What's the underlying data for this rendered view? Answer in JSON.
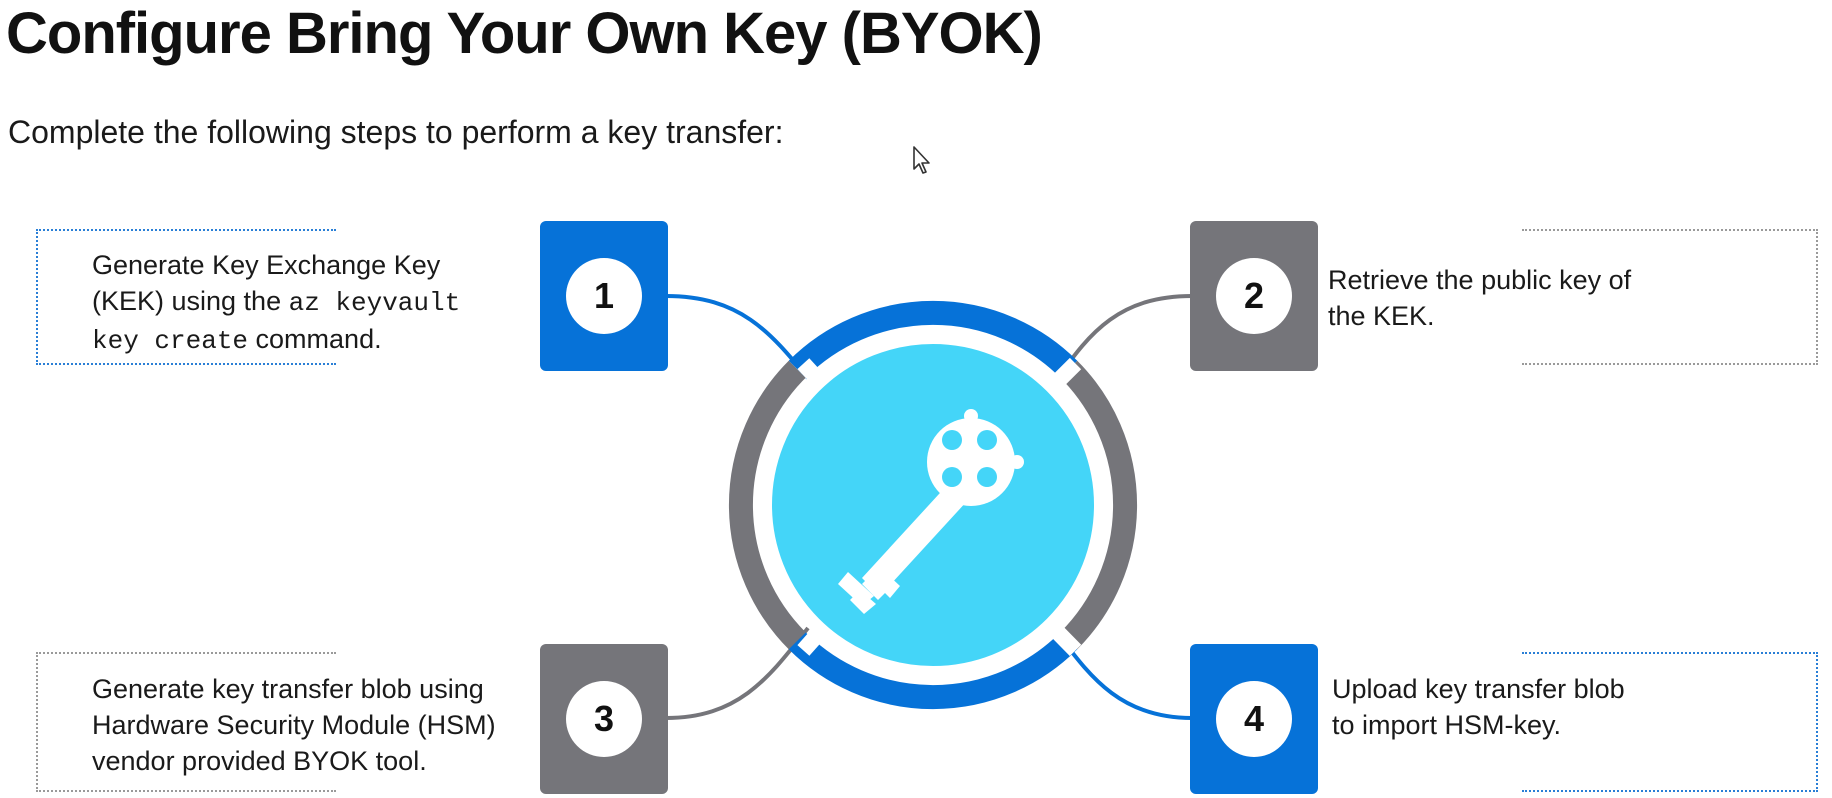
{
  "title": "Configure Bring Your Own Key (BYOK)",
  "subtitle": "Complete the following steps to perform a key transfer:",
  "colors": {
    "blue": "#0672d8",
    "gray": "#75757a",
    "center": "#44d5f8",
    "dot_blue": "#2a7fd6",
    "dot_gray": "#9a9a9a"
  },
  "steps": [
    {
      "number": "1",
      "lines": [
        [
          {
            "t": "Generate Key Exchange Key"
          }
        ],
        [
          {
            "t": "(KEK) using the "
          },
          {
            "t": "az keyvault",
            "mono": true
          }
        ],
        [
          {
            "t": "key create",
            "mono": true
          },
          {
            "t": " command."
          }
        ]
      ]
    },
    {
      "number": "2",
      "lines": [
        [
          {
            "t": "Retrieve the public key of"
          }
        ],
        [
          {
            "t": "the KEK."
          }
        ]
      ]
    },
    {
      "number": "3",
      "lines": [
        [
          {
            "t": "Generate key transfer blob using"
          }
        ],
        [
          {
            "t": "Hardware Security Module (HSM)"
          }
        ],
        [
          {
            "t": "vendor provided BYOK tool."
          }
        ]
      ]
    },
    {
      "number": "4",
      "lines": [
        [
          {
            "t": "Upload key transfer blob"
          }
        ],
        [
          {
            "t": "to import HSM-key."
          }
        ]
      ]
    }
  ],
  "icons": {
    "center": "key-icon",
    "pointer": "mouse-cursor-icon"
  }
}
